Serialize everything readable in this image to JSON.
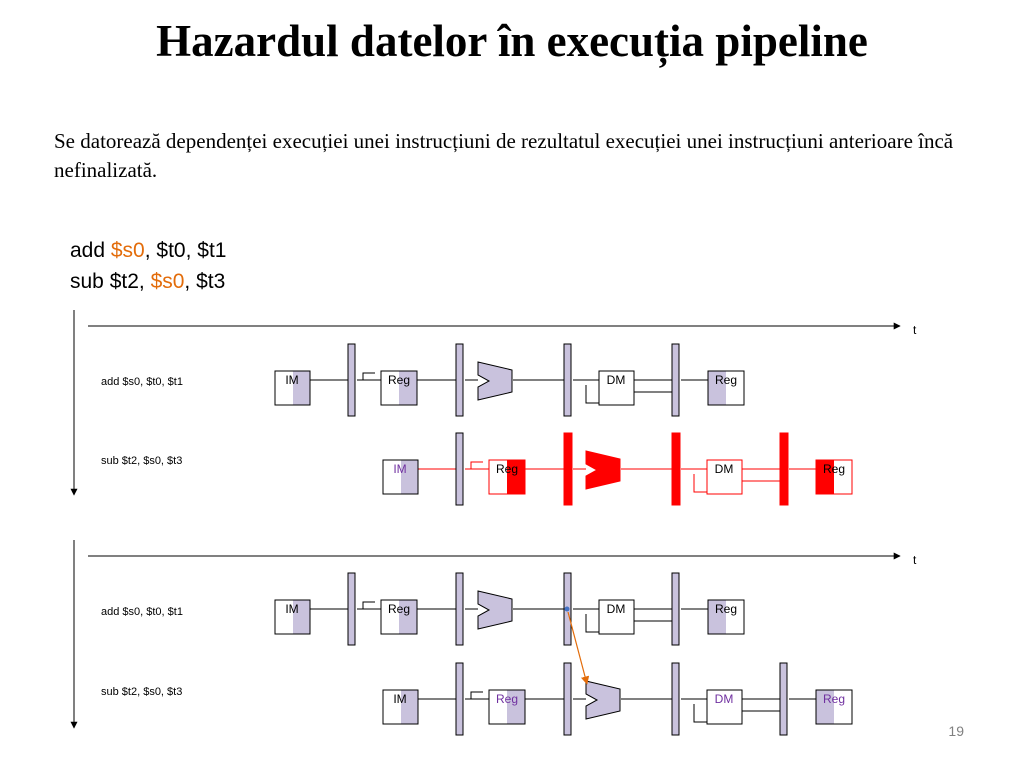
{
  "slide": {
    "title": "Hazardul datelor în execuția pipeline",
    "intro": "Se datorează dependenței execuției unei instrucțiuni de rezultatul execuției unei instrucțiuni anterioare încă nefinalizată.",
    "page_number": "19"
  },
  "code": {
    "line1": {
      "op": "add ",
      "dest": "$s0",
      "rest": ", $t0, $t1"
    },
    "line2": {
      "op": "sub $t2, ",
      "src": "$s0",
      "rest": ", $t3"
    }
  },
  "diagram": {
    "time_label": "t",
    "stage_labels": {
      "im": "IM",
      "reg": "Reg",
      "dm": "DM"
    },
    "instructions": [
      "add $s0, $t0, $t1",
      "sub $t2, $s0, $t3"
    ],
    "colors": {
      "shade": "#c9c2dd",
      "hazard": "#ff0000",
      "forward_arrow": "#e36c0a",
      "forward_dot": "#4472c4",
      "highlight_text": "#7030a0"
    }
  }
}
